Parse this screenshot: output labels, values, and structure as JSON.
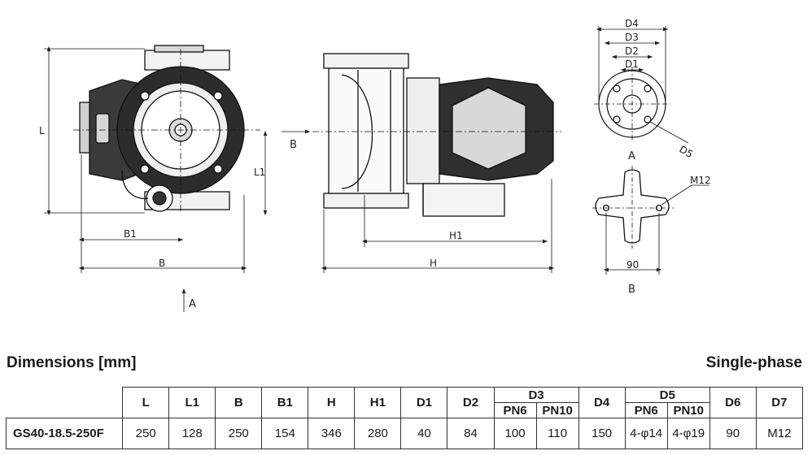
{
  "drawing": {
    "side_labels": {
      "l": "L",
      "l1": "L1",
      "b1": "B1",
      "b": "B",
      "b_arrow": "B",
      "h1": "H1",
      "h": "H",
      "a_arrow": "A"
    },
    "flange_labels": {
      "d4": "D4",
      "d3": "D3",
      "d2": "D2",
      "d1": "D1",
      "d5": "D5",
      "a_view": "A"
    },
    "mount_labels": {
      "m12": "M12",
      "width": "90",
      "b_view": "B"
    }
  },
  "section": {
    "left_title": "Dimensions [mm]",
    "right_title": "Single-phase"
  },
  "table": {
    "headers": {
      "l": "L",
      "l1": "L1",
      "b": "B",
      "b1": "B1",
      "h": "H",
      "h1": "H1",
      "d1": "D1",
      "d2": "D2",
      "d3": "D3",
      "d3_pn6": "PN6",
      "d3_pn10": "PN10",
      "d4": "D4",
      "d5": "D5",
      "d5_pn6": "PN6",
      "d5_pn10": "PN10",
      "d6": "D6",
      "d7": "D7"
    },
    "row": {
      "model": "GS40-18.5-250F",
      "l": "250",
      "l1": "128",
      "b": "250",
      "b1": "154",
      "h": "346",
      "h1": "280",
      "d1": "40",
      "d2": "84",
      "d3_pn6": "100",
      "d3_pn10": "110",
      "d4": "150",
      "d5_pn6": "4-φ14",
      "d5_pn10": "4-φ19",
      "d6": "90",
      "d7": "M12"
    }
  }
}
